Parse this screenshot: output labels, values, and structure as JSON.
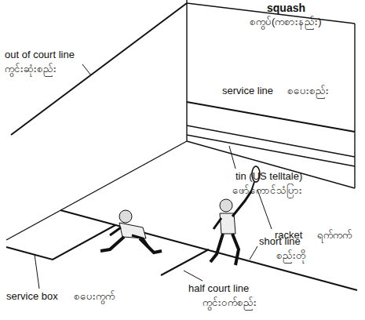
{
  "diagram": {
    "title": "squash",
    "labels": [
      "စကွပ်(ကစားနည်း)",
      "out of court line",
      "ကွင်းဆုံးစည်း",
      "service line",
      "စပေးစည်း",
      "tin (US telltale)",
      "ဖော်ကောင်သံပြား",
      "racket",
      "ရက်ကက်",
      "short line",
      "စည်းတို",
      "half court line",
      "ကွင်းဝက်စည်း",
      "service box",
      "စပေးကွက်"
    ]
  }
}
